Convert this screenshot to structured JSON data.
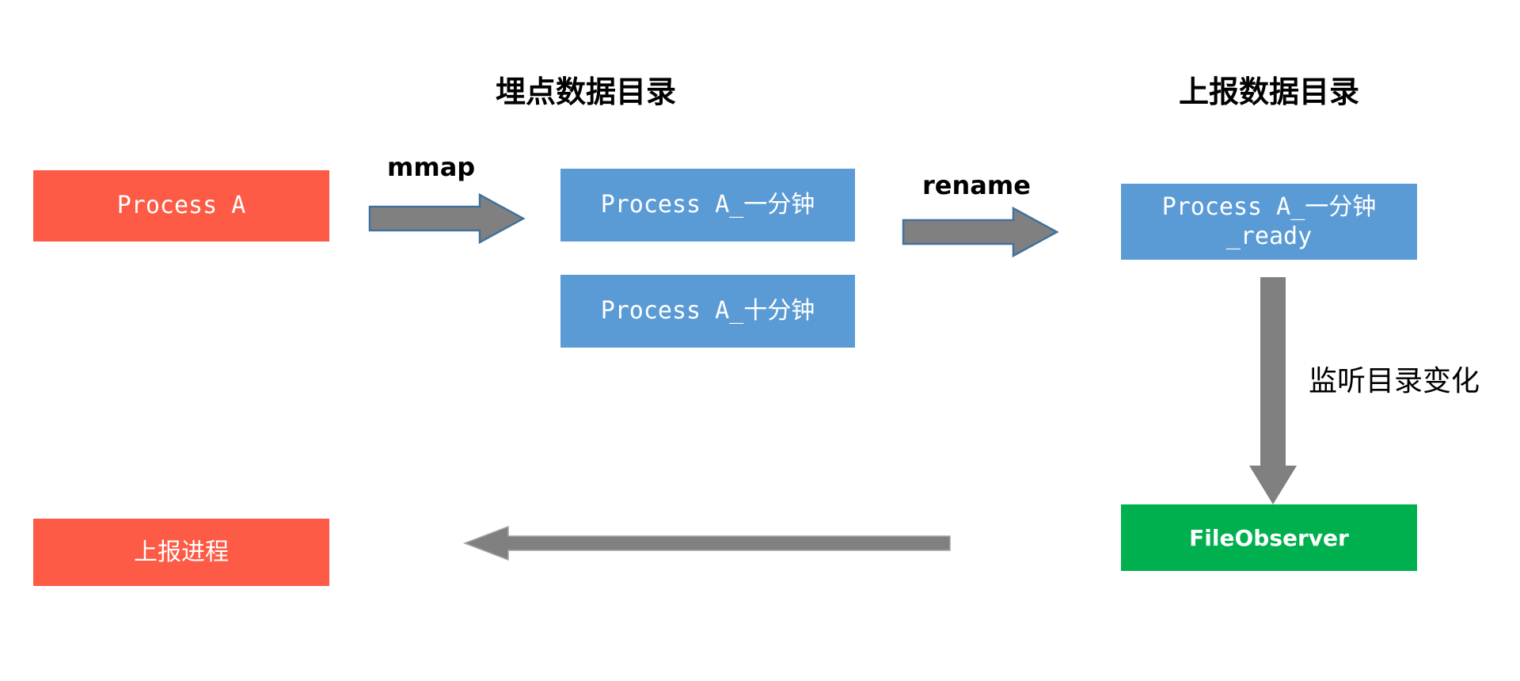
{
  "diagram": {
    "background": "#ffffff",
    "colors": {
      "process_box": "#FD5B45",
      "file_box": "#5B9BD5",
      "observer_box": "#00B04F",
      "arrow_fill": "#808080",
      "arrow_stroke": "#41719C",
      "text_light": "#ffffff",
      "text_dark": "#000000"
    },
    "column_titles": {
      "tracking_dir": "埋点数据目录",
      "report_dir": "上报数据目录"
    },
    "nodes": {
      "process_a": "Process A",
      "file_one_minute": "Process A_一分钟",
      "file_ten_minute": "Process A_十分钟",
      "file_ready_line1": "Process A_一分钟",
      "file_ready_line2": "_ready",
      "file_observer": "FileObserver",
      "report_process": "上报进程"
    },
    "edge_labels": {
      "mmap": "mmap",
      "rename": "rename",
      "watch_dir": "监听目录变化",
      "notify_back": ""
    }
  }
}
